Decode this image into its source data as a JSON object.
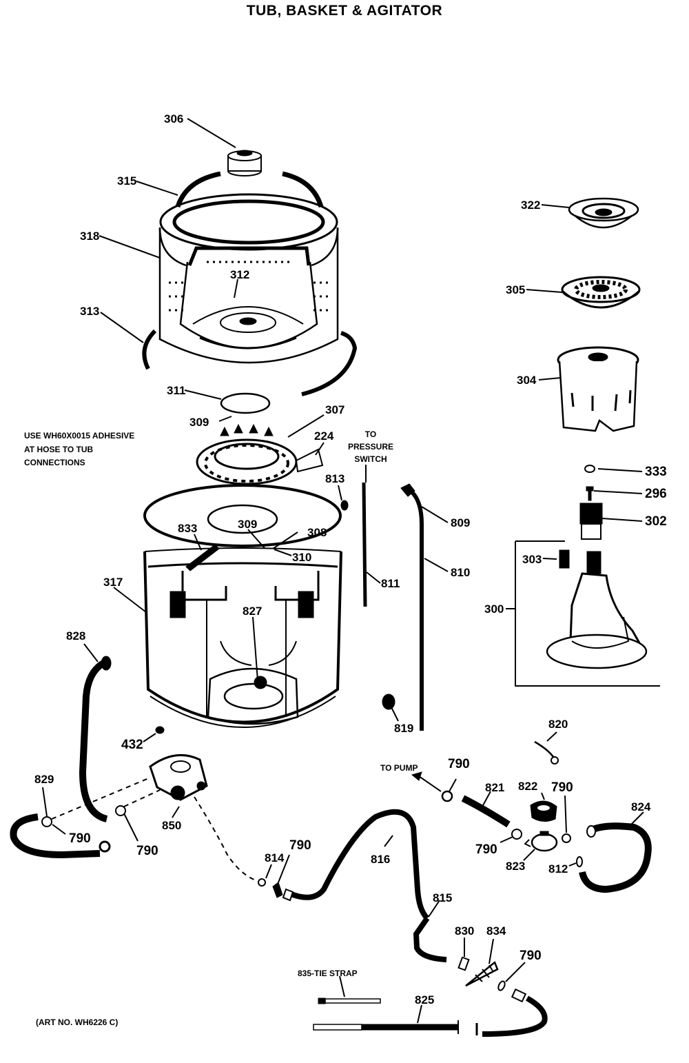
{
  "title": "TUB,  BASKET & AGITATOR",
  "notes": {
    "adhesive": [
      "USE WH60X0015 ADHESIVE",
      "AT HOSE TO TUB",
      "CONNECTIONS"
    ],
    "pressure_switch": [
      "TO",
      "PRESSURE",
      "SWITCH"
    ],
    "to_pump": "TO PUMP",
    "tie_strap": "835-TIE STRAP",
    "art_no": "(ART NO. WH6226 C)"
  },
  "part_labels": {
    "p306": "306",
    "p315": "315",
    "p318": "318",
    "p312": "312",
    "p313": "313",
    "p311": "311",
    "p309a": "309",
    "p307": "307",
    "p224": "224",
    "p813": "813",
    "p833": "833",
    "p309b": "309",
    "p308": "308",
    "p310": "310",
    "p317": "317",
    "p827": "827",
    "p811": "811",
    "p809": "809",
    "p810": "810",
    "p819": "819",
    "p322": "322",
    "p305": "305",
    "p304": "304",
    "p333": "333",
    "p296": "296",
    "p302": "302",
    "p303": "303",
    "p300": "300",
    "p820": "820",
    "p828": "828",
    "p432": "432",
    "p829": "829",
    "p790a": "790",
    "p790b": "790",
    "p850": "850",
    "p814": "814",
    "p790c": "790",
    "p816": "816",
    "p815": "815",
    "p790d": "790",
    "p821": "821",
    "p822": "822",
    "p790e": "790",
    "p790f": "790",
    "p823": "823",
    "p812": "812",
    "p824": "824",
    "p830": "830",
    "p834": "834",
    "p790g": "790",
    "p825": "825"
  }
}
